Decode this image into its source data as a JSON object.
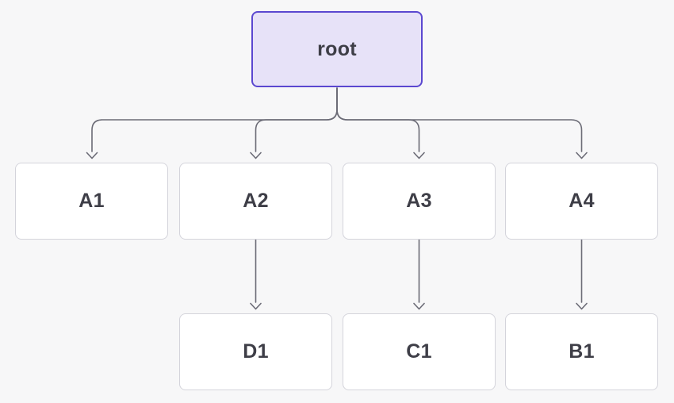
{
  "diagram": {
    "type": "tree",
    "background_color": "#f7f7f8",
    "edge_color": "#6b6b76",
    "root_node_fill": "#e7e2f8",
    "root_node_border": "#5b48d0",
    "node_fill": "#ffffff",
    "node_border": "#d4d4db",
    "label_color": "#3e3e47",
    "nodes": [
      {
        "id": "root",
        "label": "root",
        "level": 0
      },
      {
        "id": "A1",
        "label": "A1",
        "level": 1
      },
      {
        "id": "A2",
        "label": "A2",
        "level": 1
      },
      {
        "id": "A3",
        "label": "A3",
        "level": 1
      },
      {
        "id": "A4",
        "label": "A4",
        "level": 1
      },
      {
        "id": "D1",
        "label": "D1",
        "level": 2
      },
      {
        "id": "C1",
        "label": "C1",
        "level": 2
      },
      {
        "id": "B1",
        "label": "B1",
        "level": 2
      }
    ],
    "edges": [
      {
        "from": "root",
        "to": "A1"
      },
      {
        "from": "root",
        "to": "A2"
      },
      {
        "from": "root",
        "to": "A3"
      },
      {
        "from": "root",
        "to": "A4"
      },
      {
        "from": "A2",
        "to": "D1"
      },
      {
        "from": "A3",
        "to": "C1"
      },
      {
        "from": "A4",
        "to": "B1"
      }
    ]
  }
}
